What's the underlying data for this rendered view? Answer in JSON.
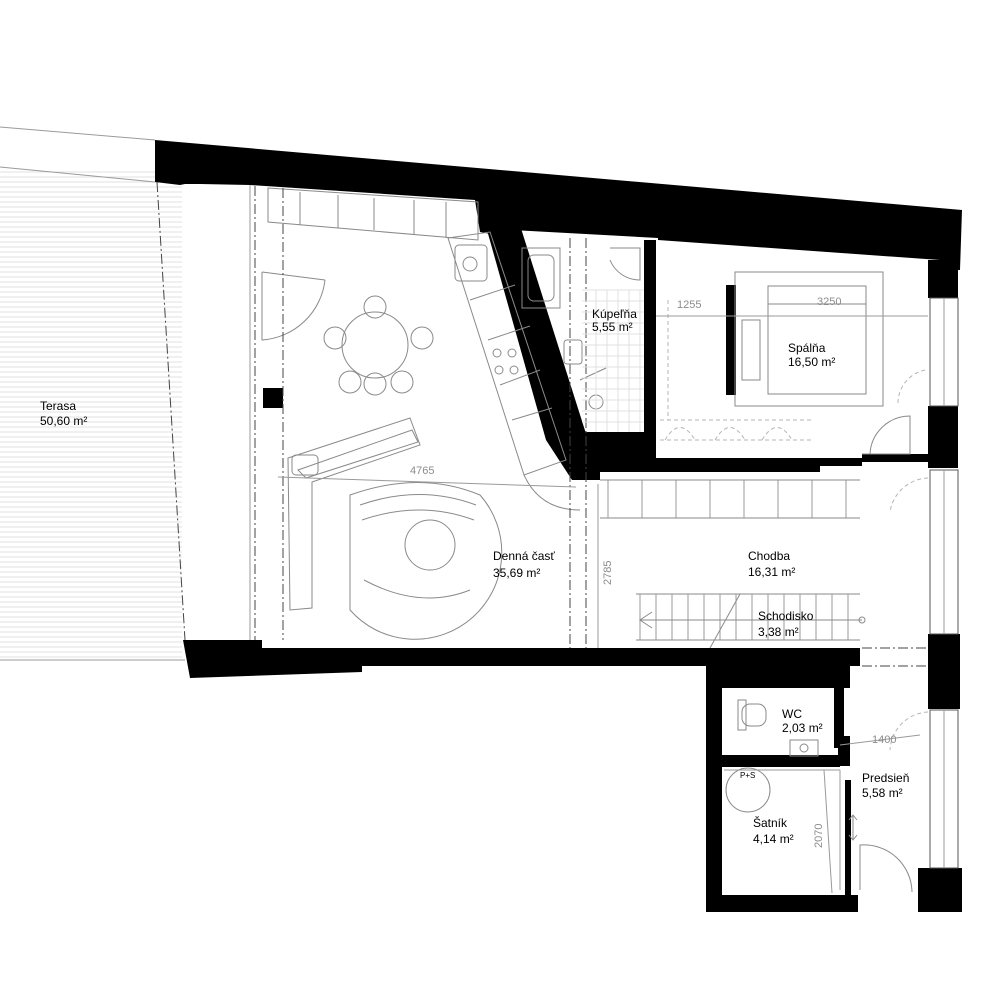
{
  "rooms": [
    {
      "id": "terasa",
      "name": "Terasa",
      "area": "50,60 m²"
    },
    {
      "id": "denna",
      "name": "Denná časť",
      "area": "35,69 m²"
    },
    {
      "id": "kupelna",
      "name": "Kúpeľňa",
      "area": "5,55 m²"
    },
    {
      "id": "spalna",
      "name": "Spálňa",
      "area": "16,50 m²"
    },
    {
      "id": "chodba",
      "name": "Chodba",
      "area": "16,31 m²"
    },
    {
      "id": "schodisko",
      "name": "Schodisko",
      "area": "3,38 m²"
    },
    {
      "id": "wc",
      "name": "WC",
      "area": "2,03 m²"
    },
    {
      "id": "predsien",
      "name": "Predsieň",
      "area": "5,58 m²"
    },
    {
      "id": "satnik",
      "name": "Šatník",
      "area": "4,14 m²"
    }
  ],
  "dimensions": {
    "living_width": "4765",
    "hall_height": "2785",
    "bath_width": "1255",
    "bedroom_width": "3250",
    "entry_width": "1400",
    "wardrobe_height": "2070"
  },
  "symbols": {
    "sink_label": "P+S"
  }
}
